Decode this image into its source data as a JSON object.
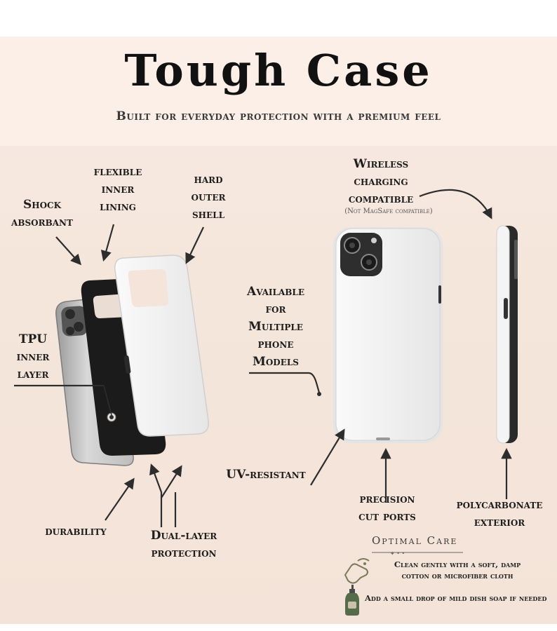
{
  "header": {
    "title": "Tough Case",
    "subtitle": "Built for everyday protection with a premium feel"
  },
  "labels": {
    "shock": [
      "Shock",
      "absorbant"
    ],
    "flexible": [
      "flexible",
      "inner",
      "lining"
    ],
    "hard": [
      "hard",
      "outer",
      "shell"
    ],
    "tpu": [
      "TPU",
      "inner",
      "layer"
    ],
    "available": [
      "Available",
      "for",
      "Multiple",
      "phone",
      "Models"
    ],
    "wireless": [
      "Wireless",
      "charging",
      "compatible"
    ],
    "wireless_note": "(Not MagSafe compatible)",
    "uv": "UV-resistant",
    "durability": "durability",
    "dual": [
      "Dual-layer",
      "protection"
    ],
    "precision": [
      "precision",
      "cut ports"
    ],
    "polycarbonate": [
      "polycarbonate",
      "exterior"
    ]
  },
  "care": {
    "title": "Optimal Care",
    "item1": [
      "Clean gently with a soft, damp",
      "cotton or microfiber cloth"
    ],
    "item2": "Add a small drop of mild dish soap if needed",
    "icon1": "cleaning-hand-icon",
    "icon2": "soap-bottle-icon"
  },
  "colors": {
    "case_white": "#f2f2f2",
    "case_black": "#1b1b1b",
    "accent_dark": "#333333"
  }
}
